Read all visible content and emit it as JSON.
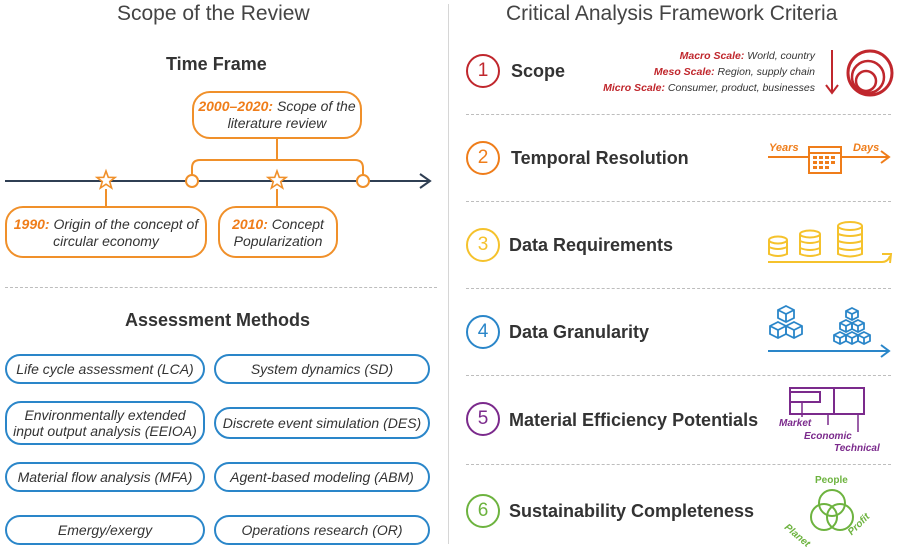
{
  "left": {
    "title": "Scope of the Review",
    "time_frame": {
      "title": "Time Frame",
      "top_box": {
        "year": "2000–2020:",
        "text": " Scope of the literature review"
      },
      "box_1990": {
        "year": "1990:",
        "text": " Origin of the concept of circular economy"
      },
      "box_2010": {
        "year": "2010:",
        "text": " Concept Popularization"
      }
    },
    "assessment": {
      "title": "Assessment Methods",
      "methods": [
        "Life cycle assessment (LCA)",
        "System dynamics (SD)",
        "Environmentally extended input output analysis (EEIOA)",
        "Discrete event simulation (DES)",
        "Material flow analysis (MFA)",
        "Agent-based modeling (ABM)",
        "Emergy/exergy",
        "Operations research (OR)"
      ]
    }
  },
  "right": {
    "title": "Critical Analysis Framework Criteria",
    "criteria": [
      {
        "number": "1",
        "label": "Scope",
        "color": "#c0272d"
      },
      {
        "number": "2",
        "label": "Temporal Resolution",
        "color": "#ef7d1a"
      },
      {
        "number": "3",
        "label": "Data Requirements",
        "color": "#f5c22c"
      },
      {
        "number": "4",
        "label": "Data Granularity",
        "color": "#2a86c9"
      },
      {
        "number": "5",
        "label": "Material Efficiency Potentials",
        "color": "#7b2a8c"
      },
      {
        "number": "6",
        "label": "Sustainability Completeness",
        "color": "#6db33f"
      }
    ],
    "scope_scales": [
      {
        "name": "Macro Scale:",
        "desc": " World, country"
      },
      {
        "name": "Meso Scale:",
        "desc": " Region, supply chain"
      },
      {
        "name": "Micro Scale:",
        "desc": " Consumer, product, businesses"
      }
    ],
    "temporal": {
      "left": "Years",
      "right": "Days"
    },
    "efficiency": {
      "market": "Market",
      "economic": "Economic",
      "technical": "Technical"
    },
    "sustainability": {
      "people": "People",
      "planet": "Planet",
      "profit": "Profit"
    }
  }
}
